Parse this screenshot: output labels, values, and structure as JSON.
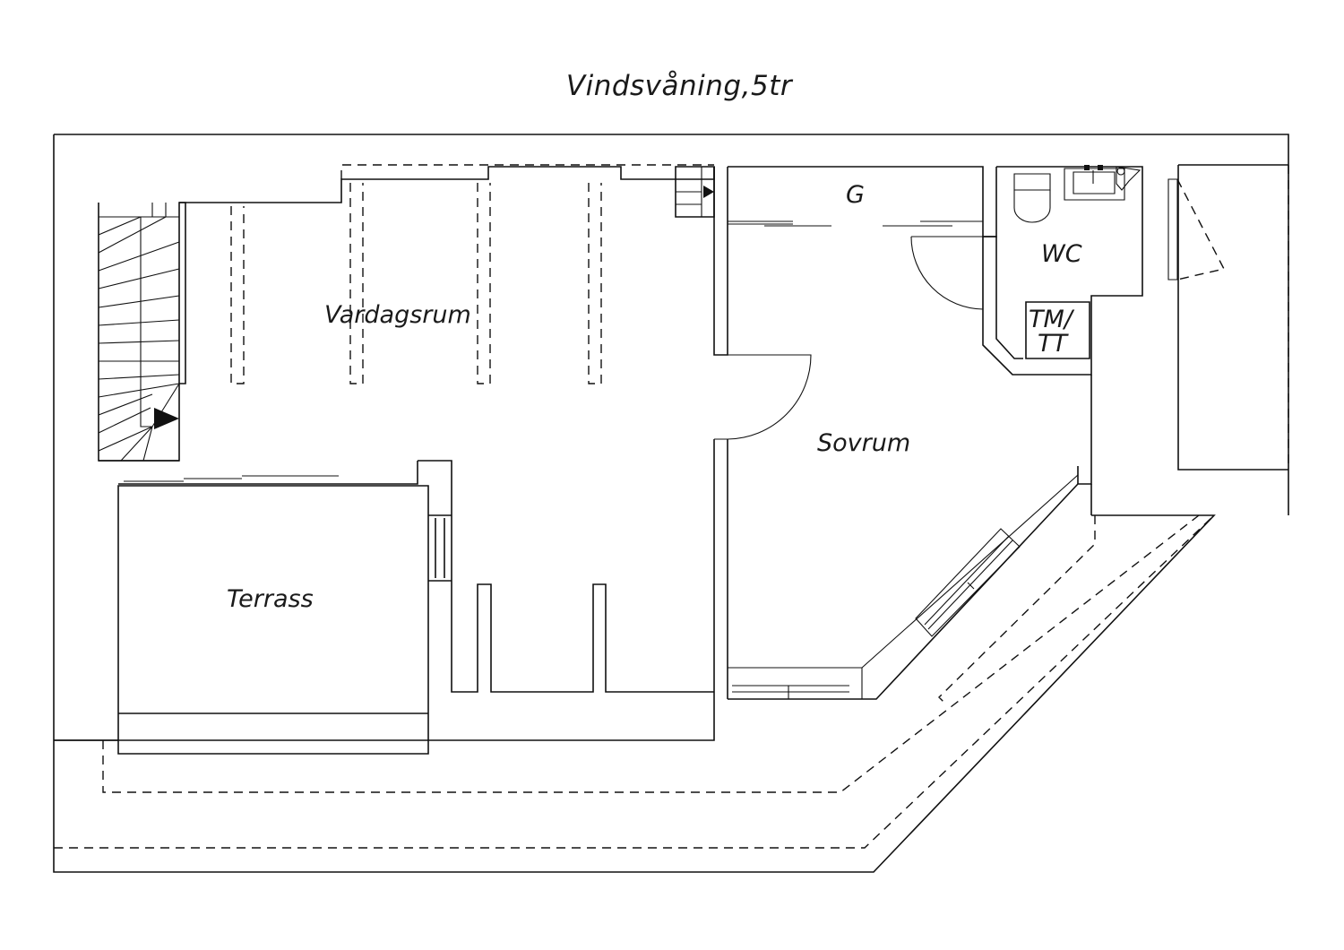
{
  "title": "Vindsvåning,5tr",
  "rooms": {
    "living": "Vardagsrum",
    "bedroom": "Sovrum",
    "wardrobe": "G",
    "wc": "WC",
    "laundry_1": "TM/",
    "laundry_2": "TT",
    "terrace": "Terrass"
  },
  "colors": {
    "line": "#111111",
    "background": "#ffffff"
  }
}
